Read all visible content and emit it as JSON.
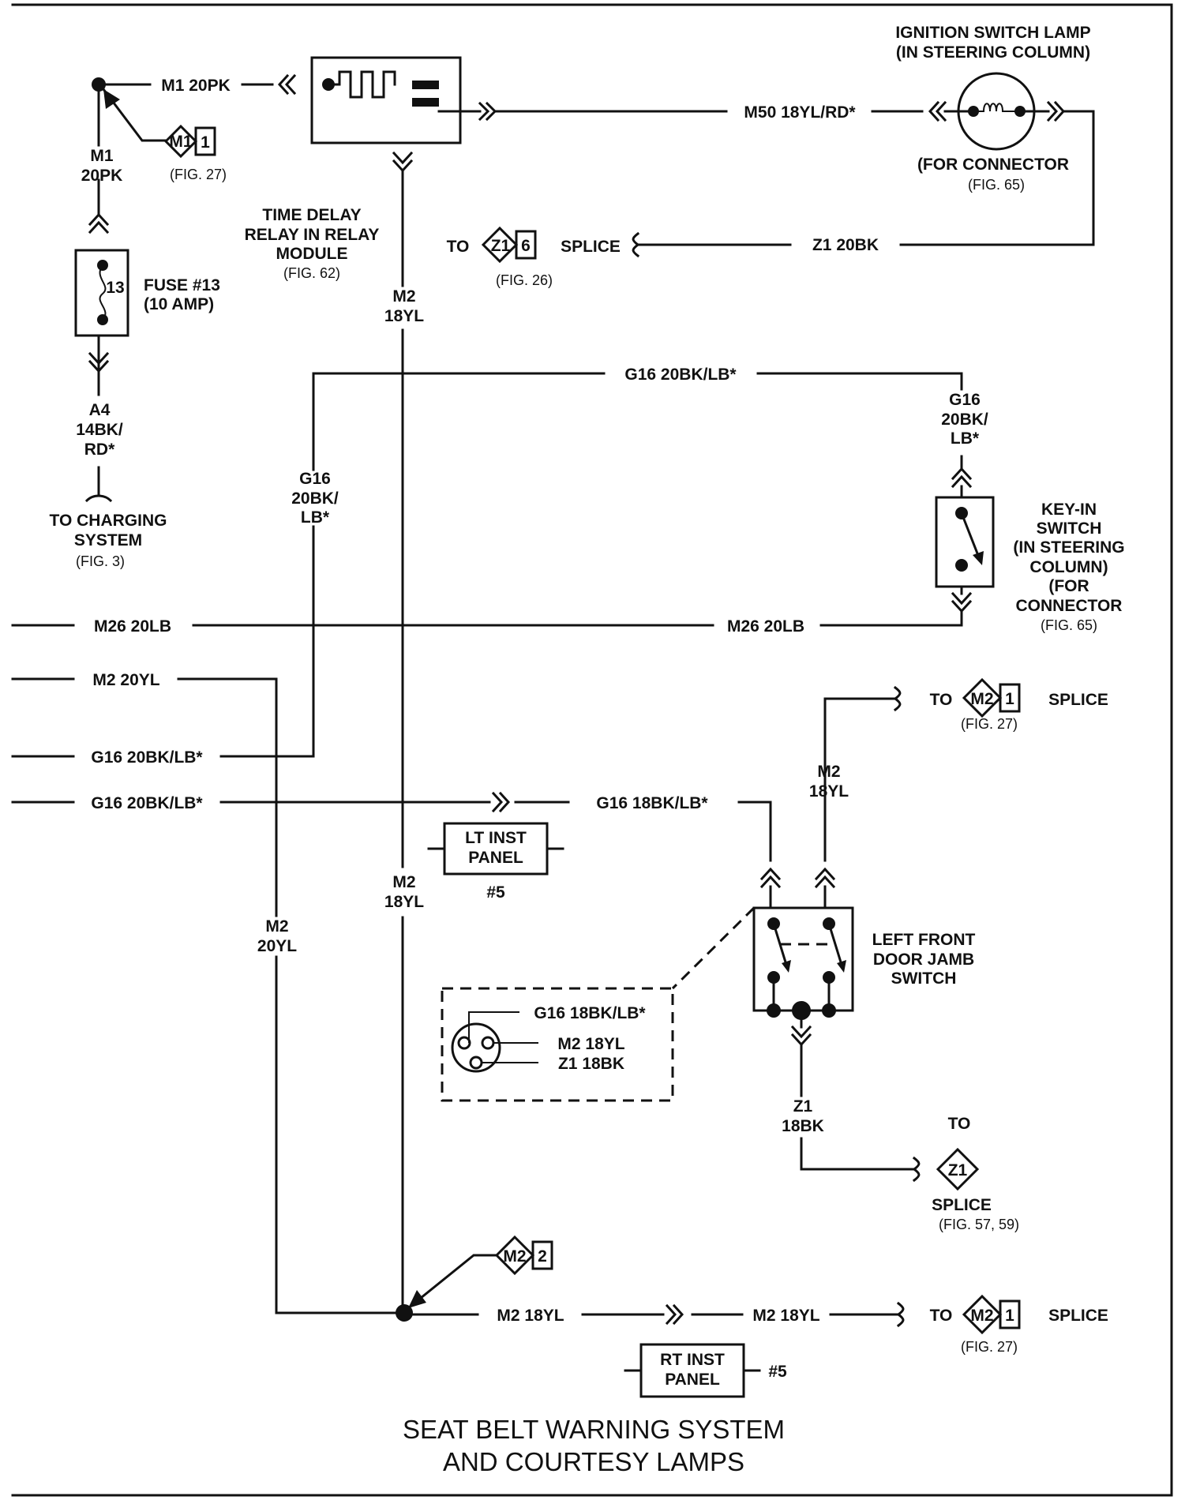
{
  "title": {
    "line1": "SEAT BELT WARNING SYSTEM",
    "line2": "AND COURTESY LAMPS"
  },
  "fuse": {
    "number": "13",
    "label1": "FUSE #13",
    "label2": "(10 AMP)"
  },
  "wires": {
    "m1_top": "M1 20PK",
    "m1_vert_1": "M1",
    "m1_vert_2": "20PK",
    "a4_1": "A4",
    "a4_2": "14BK/",
    "a4_3": "RD*",
    "m50": "M50 18YL/RD*",
    "z1_top": "Z1 20BK",
    "m2_upper_1": "M2",
    "m2_upper_2": "18YL",
    "g16_top": "G16 20BK/LB*",
    "g16_left_1": "G16",
    "g16_left_2": "20BK/",
    "g16_left_3": "LB*",
    "g16_right_1": "G16",
    "g16_right_2": "20BK/",
    "g16_right_3": "LB*",
    "m26_left": "M26 20LB",
    "m26_right": "M26 20LB",
    "m2_20yl_h": "M2 20YL",
    "g16_h1": "G16 20BK/LB*",
    "g16_h2": "G16 20BK/LB*",
    "g16_18bk": "G16 18BK/LB*",
    "m2_lower_1": "M2",
    "m2_lower_2": "18YL",
    "m2_20yl_v1": "M2",
    "m2_20yl_v2": "20YL",
    "m2_door_1": "M2",
    "m2_door_2": "18YL",
    "z1_door_1": "Z1",
    "z1_door_2": "18BK",
    "m2_bottom_1": "M2 18YL",
    "m2_bottom_2": "M2 18YL"
  },
  "components": {
    "relay": {
      "line1": "TIME DELAY",
      "line2": "RELAY IN RELAY",
      "line3": "MODULE",
      "fig": "(FIG. 62)"
    },
    "ignition_lamp": {
      "line1": "IGNITION SWITCH LAMP",
      "line2": "(IN STEERING COLUMN)",
      "line3": "(FOR CONNECTOR",
      "fig": "(FIG. 65)"
    },
    "key_in": {
      "line1": "KEY-IN",
      "line2": "SWITCH",
      "line3": "(IN STEERING",
      "line4": "COLUMN)",
      "line5": "(FOR",
      "line6": "CONNECTOR",
      "fig": "(FIG. 65)"
    },
    "charging": {
      "line1": "TO CHARGING",
      "line2": "SYSTEM",
      "fig": "(FIG. 3)"
    },
    "door_jamb": {
      "line1": "LEFT FRONT",
      "line2": "DOOR JAMB",
      "line3": "SWITCH"
    },
    "lt_panel": {
      "line1": "LT INST",
      "line2": "PANEL",
      "num": "#5"
    },
    "rt_panel": {
      "line1": "RT INST",
      "line2": "PANEL",
      "num": "#5"
    },
    "connector_view": {
      "g16": "G16 18BK/LB*",
      "m2": "M2 18YL",
      "z1": "Z1 18BK"
    }
  },
  "splices": {
    "m1_1": {
      "code": "M1",
      "pin": "1",
      "fig": "(FIG. 27)"
    },
    "z1_6": {
      "prefix": "TO",
      "code": "Z1",
      "pin": "6",
      "suffix": "SPLICE",
      "fig": "(FIG. 26)"
    },
    "m2_1_top": {
      "prefix": "TO",
      "code": "M2",
      "pin": "1",
      "suffix": "SPLICE",
      "fig": "(FIG. 27)"
    },
    "z1_door": {
      "prefix": "TO",
      "code": "Z1",
      "suffix": "SPLICE",
      "fig": "(FIG. 57, 59)"
    },
    "m2_2": {
      "code": "M2",
      "pin": "2"
    },
    "m2_1_bottom": {
      "prefix": "TO",
      "code": "M2",
      "pin": "1",
      "suffix": "SPLICE",
      "fig": "(FIG. 27)"
    }
  }
}
